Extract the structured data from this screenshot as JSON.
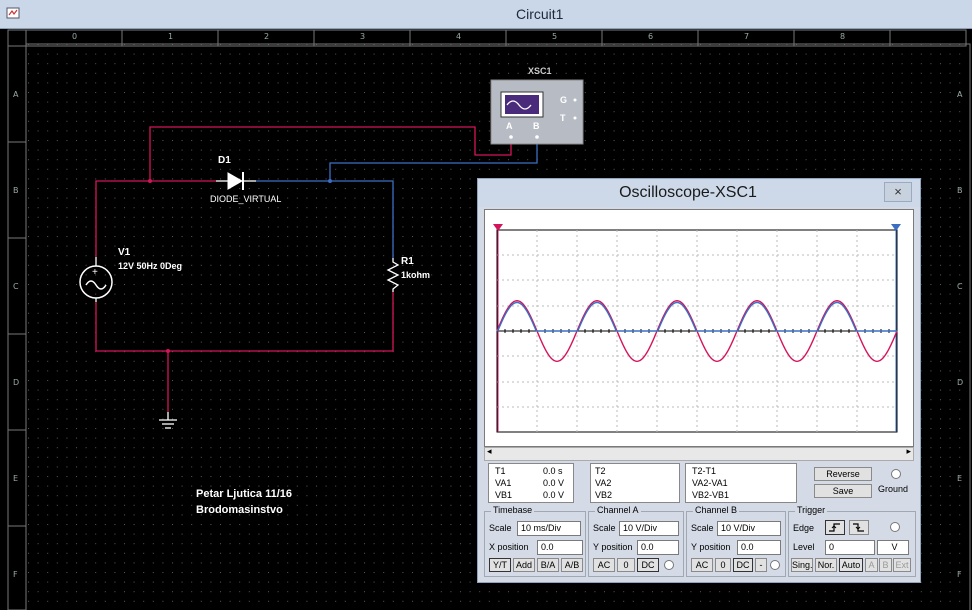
{
  "window": {
    "title": "Circuit1"
  },
  "rulers": {
    "columns": [
      "0",
      "1",
      "2",
      "3",
      "4",
      "5",
      "6",
      "7",
      "8"
    ],
    "rows": [
      "A",
      "B",
      "C",
      "D",
      "E",
      "F"
    ]
  },
  "schematic": {
    "diode": {
      "ref": "D1",
      "model": "DIODE_VIRTUAL"
    },
    "source": {
      "ref": "V1",
      "value": "12V 50Hz 0Deg"
    },
    "resistor": {
      "ref": "R1",
      "value": "1kohm"
    },
    "scope_symbol": {
      "ref": "XSC1",
      "pin_a": "A",
      "pin_b": "B",
      "pin_g": "G",
      "pin_t": "T"
    },
    "note_line1": "Petar Ljutica 11/16",
    "note_line2": "Brodomasinstvo"
  },
  "scope": {
    "title": "Oscilloscope-XSC1",
    "close": "×",
    "cursor1": {
      "t_label": "T1",
      "t_val": "0.0 s",
      "va_label": "VA1",
      "va_val": "0.0 V",
      "vb_label": "VB1",
      "vb_val": "0.0 V"
    },
    "cursor2": {
      "t_label": "T2",
      "va_label": "VA2",
      "vb_label": "VB2"
    },
    "diff": {
      "t_label": "T2-T1",
      "va_label": "VA2-VA1",
      "vb_label": "VB2-VB1"
    },
    "reverse": "Reverse",
    "save": "Save",
    "ground": "Ground",
    "timebase": {
      "title": "Timebase",
      "scale_label": "Scale",
      "scale": "10 ms/Div",
      "xpos_label": "X position",
      "xpos": "0.0",
      "yt": "Y/T",
      "add": "Add",
      "ba": "B/A",
      "ab": "A/B"
    },
    "channel_a": {
      "title": "Channel A",
      "scale_label": "Scale",
      "scale": "10 V/Div",
      "ypos_label": "Y position",
      "ypos": "0.0",
      "ac": "AC",
      "zero": "0",
      "dc": "DC"
    },
    "channel_b": {
      "title": "Channel B",
      "scale_label": "Scale",
      "scale": "10 V/Div",
      "ypos_label": "Y position",
      "ypos": "0.0",
      "ac": "AC",
      "zero": "0",
      "dc": "DC",
      "minus": "-"
    },
    "trigger": {
      "title": "Trigger",
      "edge_label": "Edge",
      "level_label": "Level",
      "level": "0",
      "unit": "V",
      "sing": "Sing.",
      "nor": "Nor.",
      "auto": "Auto",
      "a": "A",
      "b": "B",
      "ext": "Ext"
    },
    "colors": {
      "channel_a": "#d4145a",
      "channel_b": "#3a6fc4"
    }
  }
}
